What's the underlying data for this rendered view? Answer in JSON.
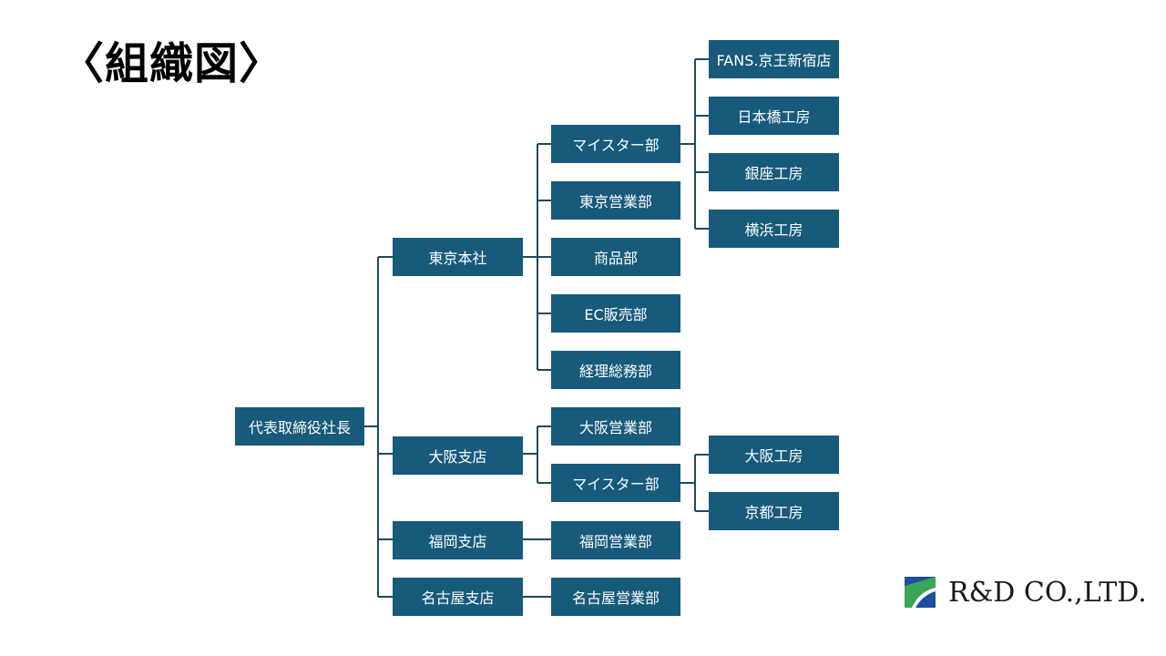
{
  "title": "〈組織図〉",
  "org": {
    "root": "代表取締役社長",
    "branches": {
      "tokyo": "東京本社",
      "osaka": "大阪支店",
      "fukuoka": "福岡支店",
      "nagoya": "名古屋支店"
    },
    "departments": {
      "tokyo_meister": "マイスター部",
      "tokyo_sales": "東京営業部",
      "products": "商品部",
      "ec_sales": "EC販売部",
      "accounting": "経理総務部",
      "osaka_sales": "大阪営業部",
      "osaka_meister": "マイスター部",
      "fukuoka_sales": "福岡営業部",
      "nagoya_sales": "名古屋営業部"
    },
    "units": {
      "fans_shinjuku": "FANS.京王新宿店",
      "nihonbashi": "日本橋工房",
      "ginza": "銀座工房",
      "yokohama": "横浜工房",
      "osaka_studio": "大阪工房",
      "kyoto": "京都工房"
    }
  },
  "logo": {
    "text": "R&D CO.,LTD.",
    "colors": {
      "green": "#3aa655",
      "blue": "#1f4e9c"
    }
  },
  "colors": {
    "box": "#175a7c",
    "line": "#1c4a63",
    "text": "#ffffff"
  }
}
